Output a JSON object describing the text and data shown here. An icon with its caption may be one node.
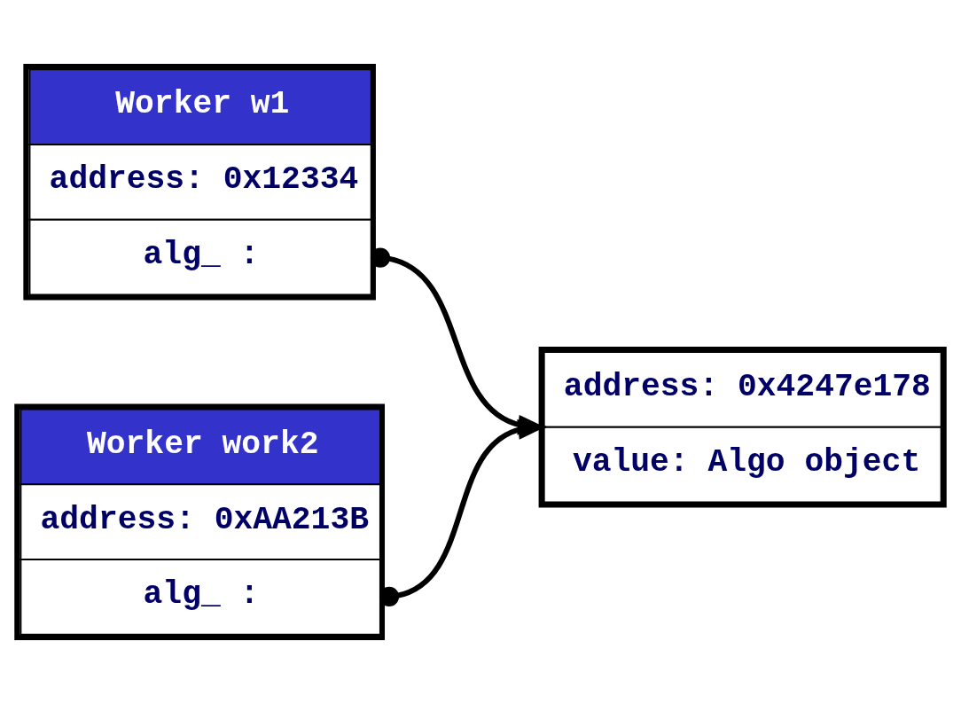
{
  "diagram": {
    "nodes": [
      {
        "text": [
          "Worker w1",
          "address: 0x12334",
          "alg_ :"
        ]
      },
      {
        "text": [
          "address: 0x4247e178",
          "value: Algo object"
        ]
      },
      {
        "text": [
          "Worker work2",
          "address: 0xAA213B",
          "alg_ :"
        ]
      }
    ],
    "edges": [
      {
        "from": 0,
        "to": 1,
        "arrow": "to"
      },
      {
        "from": 2,
        "to": 1,
        "arrow": "to"
      }
    ]
  }
}
